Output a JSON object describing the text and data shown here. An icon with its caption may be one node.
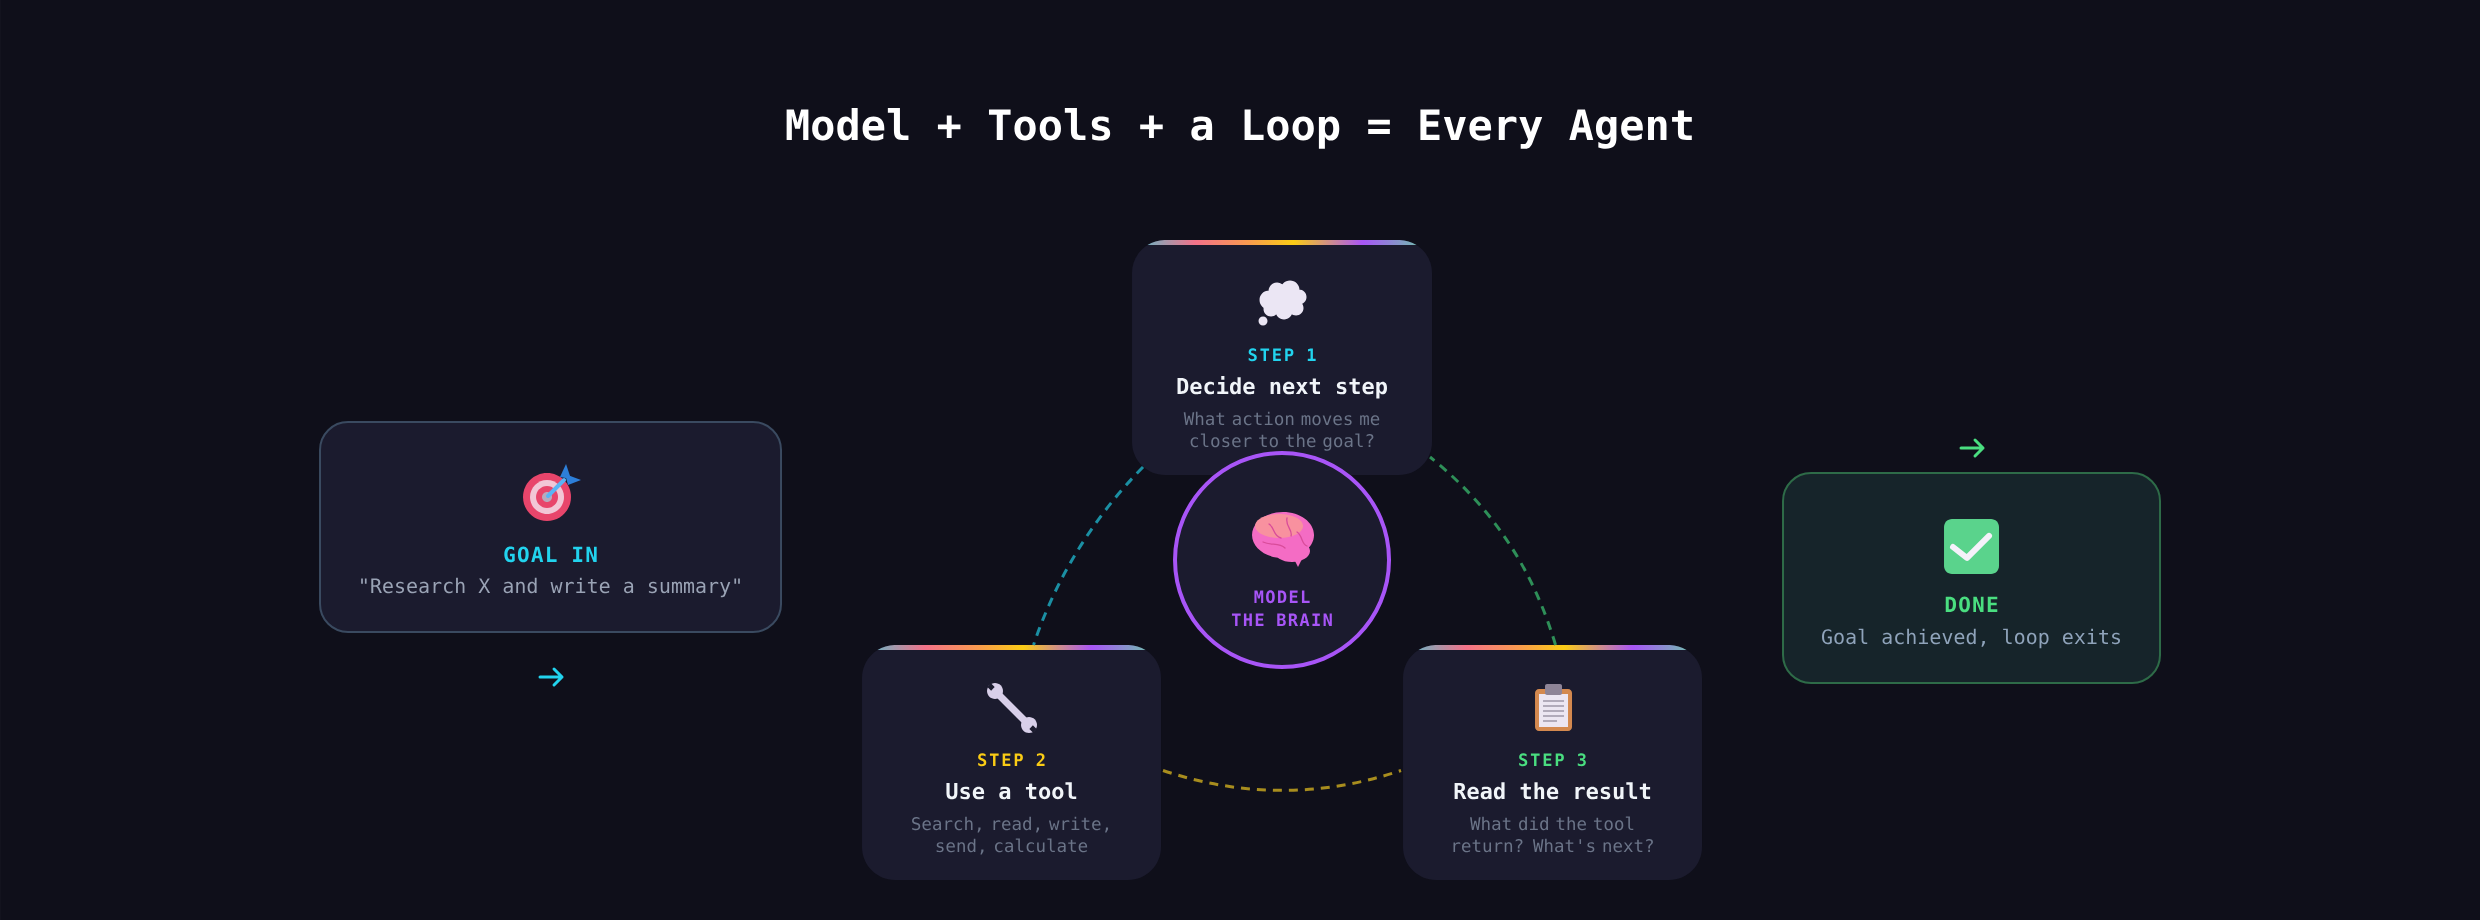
{
  "diagram": {
    "title": "Model + Tools + a Loop = Every Agent",
    "nodes": [
      {
        "text": [
          "GOAL IN",
          "\"Research X and write a summary\""
        ]
      },
      {
        "text": [
          "STEP 1",
          "Decide next step",
          "What action moves me closer to the goal?"
        ]
      },
      {
        "text": [
          "MODEL",
          "THE BRAIN"
        ]
      },
      {
        "text": [
          "STEP 2",
          "Use a tool",
          "Search, read, write, send, calculate"
        ]
      },
      {
        "text": [
          "STEP 3",
          "Read the result",
          "What did the tool return? What's next?"
        ]
      },
      {
        "text": [
          "DONE",
          "Goal achieved, loop exits"
        ]
      }
    ],
    "edges": [
      {
        "from": 1,
        "to": 3,
        "arrow": "none",
        "style": "dashed",
        "color": "#1b8fa3"
      },
      {
        "from": 3,
        "to": 4,
        "arrow": "none",
        "style": "dashed",
        "color": "#a88d1e"
      },
      {
        "from": 4,
        "to": 1,
        "arrow": "none",
        "style": "dashed",
        "color": "#2e8f58"
      }
    ]
  }
}
